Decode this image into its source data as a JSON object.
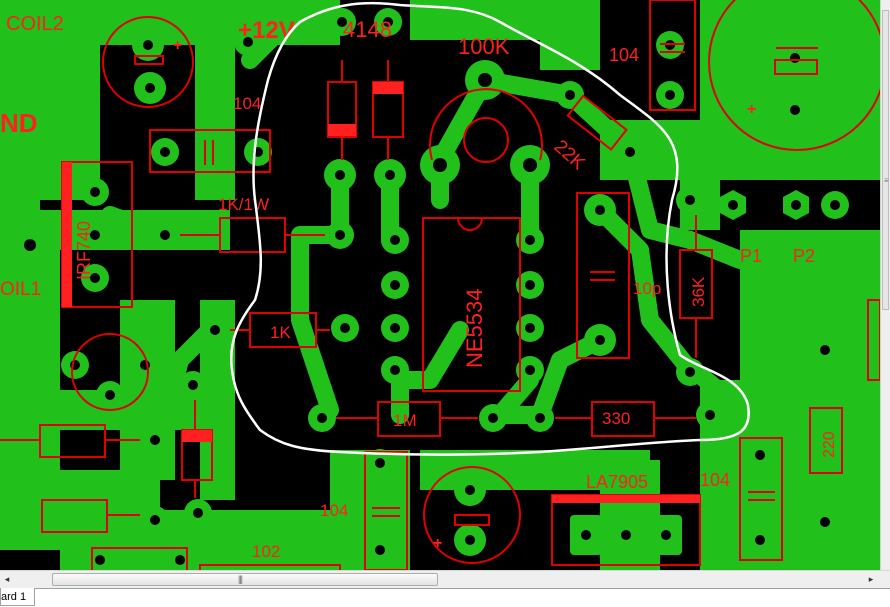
{
  "board": {
    "labels": {
      "coil2": "COIL2",
      "v12": "+12V",
      "diode": "4148",
      "pot": "100K",
      "cap_104_tr": "104",
      "cap_104_tl": "104",
      "gnd": "ND",
      "r_1k1w": "1K/1W",
      "mosfet": "IRF740",
      "coil1": "OIL1",
      "r_22k": "22K",
      "ic": "NE5534",
      "cap_10p": "10p",
      "r_36k": "36K",
      "p1": "P1",
      "p2": "P2",
      "r_1k": "1K",
      "r_1m": "1M",
      "r_330": "330",
      "reg": "LA7905",
      "cap_104_br": "104",
      "cap_104_bm": "104",
      "r_220": "220",
      "cap_102": "102",
      "plus_tl": "+",
      "plus_tr": "+",
      "plus_bm": "+"
    },
    "colors": {
      "background": "#000000",
      "copper": "#22c01a",
      "silkscreen": "#ff2020",
      "annotation": "#ffffff"
    }
  },
  "scrollbar": {
    "left_arrow": "◂",
    "right_arrow": "▸",
    "grip": "|||"
  },
  "tabs": [
    {
      "label": "ard 1"
    }
  ]
}
